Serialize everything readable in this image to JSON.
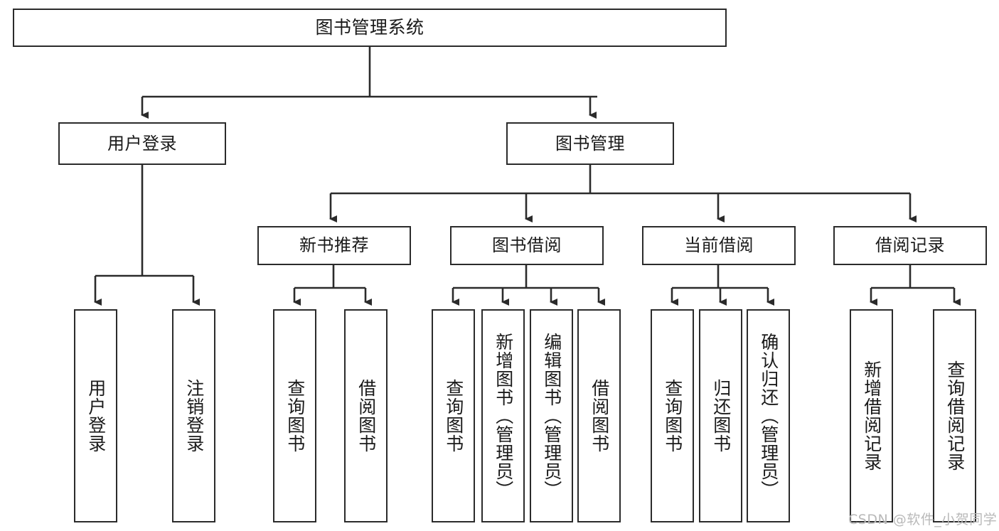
{
  "diagram": {
    "title": "图书管理系统",
    "type": "tree-hierarchy",
    "watermark": "CSDN @软件_小贺同学",
    "colors": {
      "background": "#ffffff",
      "box_fill": "#ffffff",
      "box_border": "#2b2b2b",
      "connector": "#2b2b2b",
      "text": "#1a1a1a",
      "watermark": "#b9b9b9"
    },
    "nodes": {
      "root": {
        "label": "图书管理系统"
      },
      "level2": [
        {
          "label": "用户登录"
        },
        {
          "label": "图书管理"
        }
      ],
      "level3": [
        {
          "label": "新书推荐"
        },
        {
          "label": "图书借阅"
        },
        {
          "label": "当前借阅"
        },
        {
          "label": "借阅记录"
        }
      ],
      "leaves": {
        "user_login": [
          {
            "label": "用户登录"
          },
          {
            "label": "注销登录"
          }
        ],
        "new_book_recommend": [
          {
            "label": "查询图书"
          },
          {
            "label": "借阅图书"
          }
        ],
        "book_borrow": [
          {
            "label": "查询图书"
          },
          {
            "label": "新增图书（管理员）"
          },
          {
            "label": "编辑图书（管理员）"
          },
          {
            "label": "借阅图书"
          }
        ],
        "current_borrow": [
          {
            "label": "查询图书"
          },
          {
            "label": "归还图书"
          },
          {
            "label": "确认归还（管理员）"
          }
        ],
        "borrow_record": [
          {
            "label": "新增借阅记录"
          },
          {
            "label": "查询借阅记录"
          }
        ]
      }
    }
  }
}
